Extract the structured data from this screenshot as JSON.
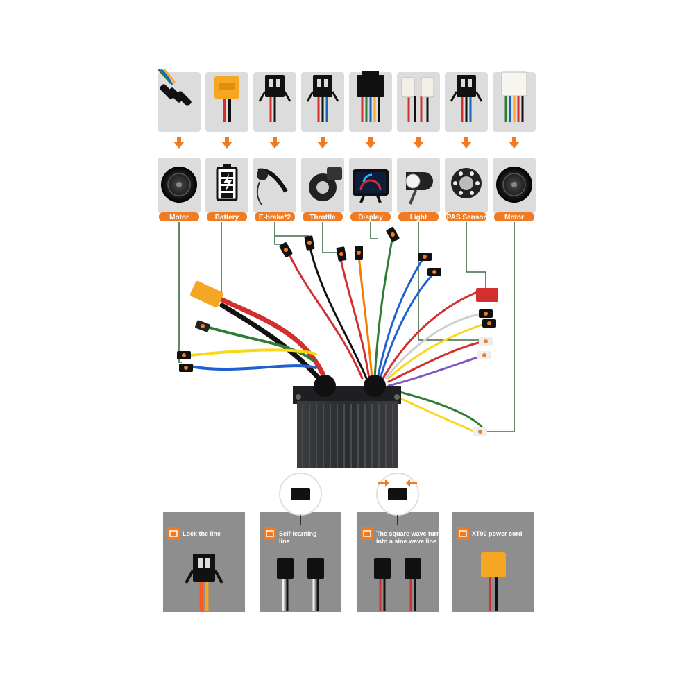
{
  "colors": {
    "accent": "#f07b22",
    "tile": "#dcdcdc",
    "panel": "#8e8e8e",
    "controller": "#2b2d30",
    "leader": "#3b6b46"
  },
  "components": [
    {
      "key": "motor-left",
      "label": "Motor",
      "icon": "hub-motor-icon",
      "connector": "bullet-connector-icon"
    },
    {
      "key": "battery",
      "label": "Battery",
      "icon": "battery-icon",
      "connector": "xt90-connector-icon"
    },
    {
      "key": "ebrake",
      "label": "E-brake*2",
      "icon": "brake-lever-icon",
      "connector": "2pin-connector-icon"
    },
    {
      "key": "throttle",
      "label": "Throttle",
      "icon": "thumb-throttle-icon",
      "connector": "3pin-connector-icon"
    },
    {
      "key": "display",
      "label": "Display",
      "icon": "lcd-display-icon",
      "connector": "5pin-connector-icon"
    },
    {
      "key": "light",
      "label": "Light",
      "icon": "headlight-icon",
      "connector": "light-plug-icon"
    },
    {
      "key": "pas",
      "label": "PAS Sensor",
      "icon": "pas-sensor-icon",
      "connector": "3pin-connector-icon"
    },
    {
      "key": "motor-right",
      "label": "Motor",
      "icon": "hub-motor-icon",
      "connector": "hall-plug-icon"
    }
  ],
  "features": [
    {
      "key": "lock",
      "icon": "lock-house-icon",
      "text": [
        "Lock the line"
      ],
      "magnifier": false
    },
    {
      "key": "self-learning",
      "icon": "magnifier-icon",
      "text": [
        "Self-learning",
        "line"
      ],
      "magnifier": true
    },
    {
      "key": "square-wave",
      "icon": "wave-chart-icon",
      "text": [
        "The square wave turns",
        "into a sine wave line"
      ],
      "magnifier": true
    },
    {
      "key": "xt90",
      "icon": "power-cord-icon",
      "text": [
        "XT90 power cord"
      ],
      "magnifier": false
    }
  ]
}
